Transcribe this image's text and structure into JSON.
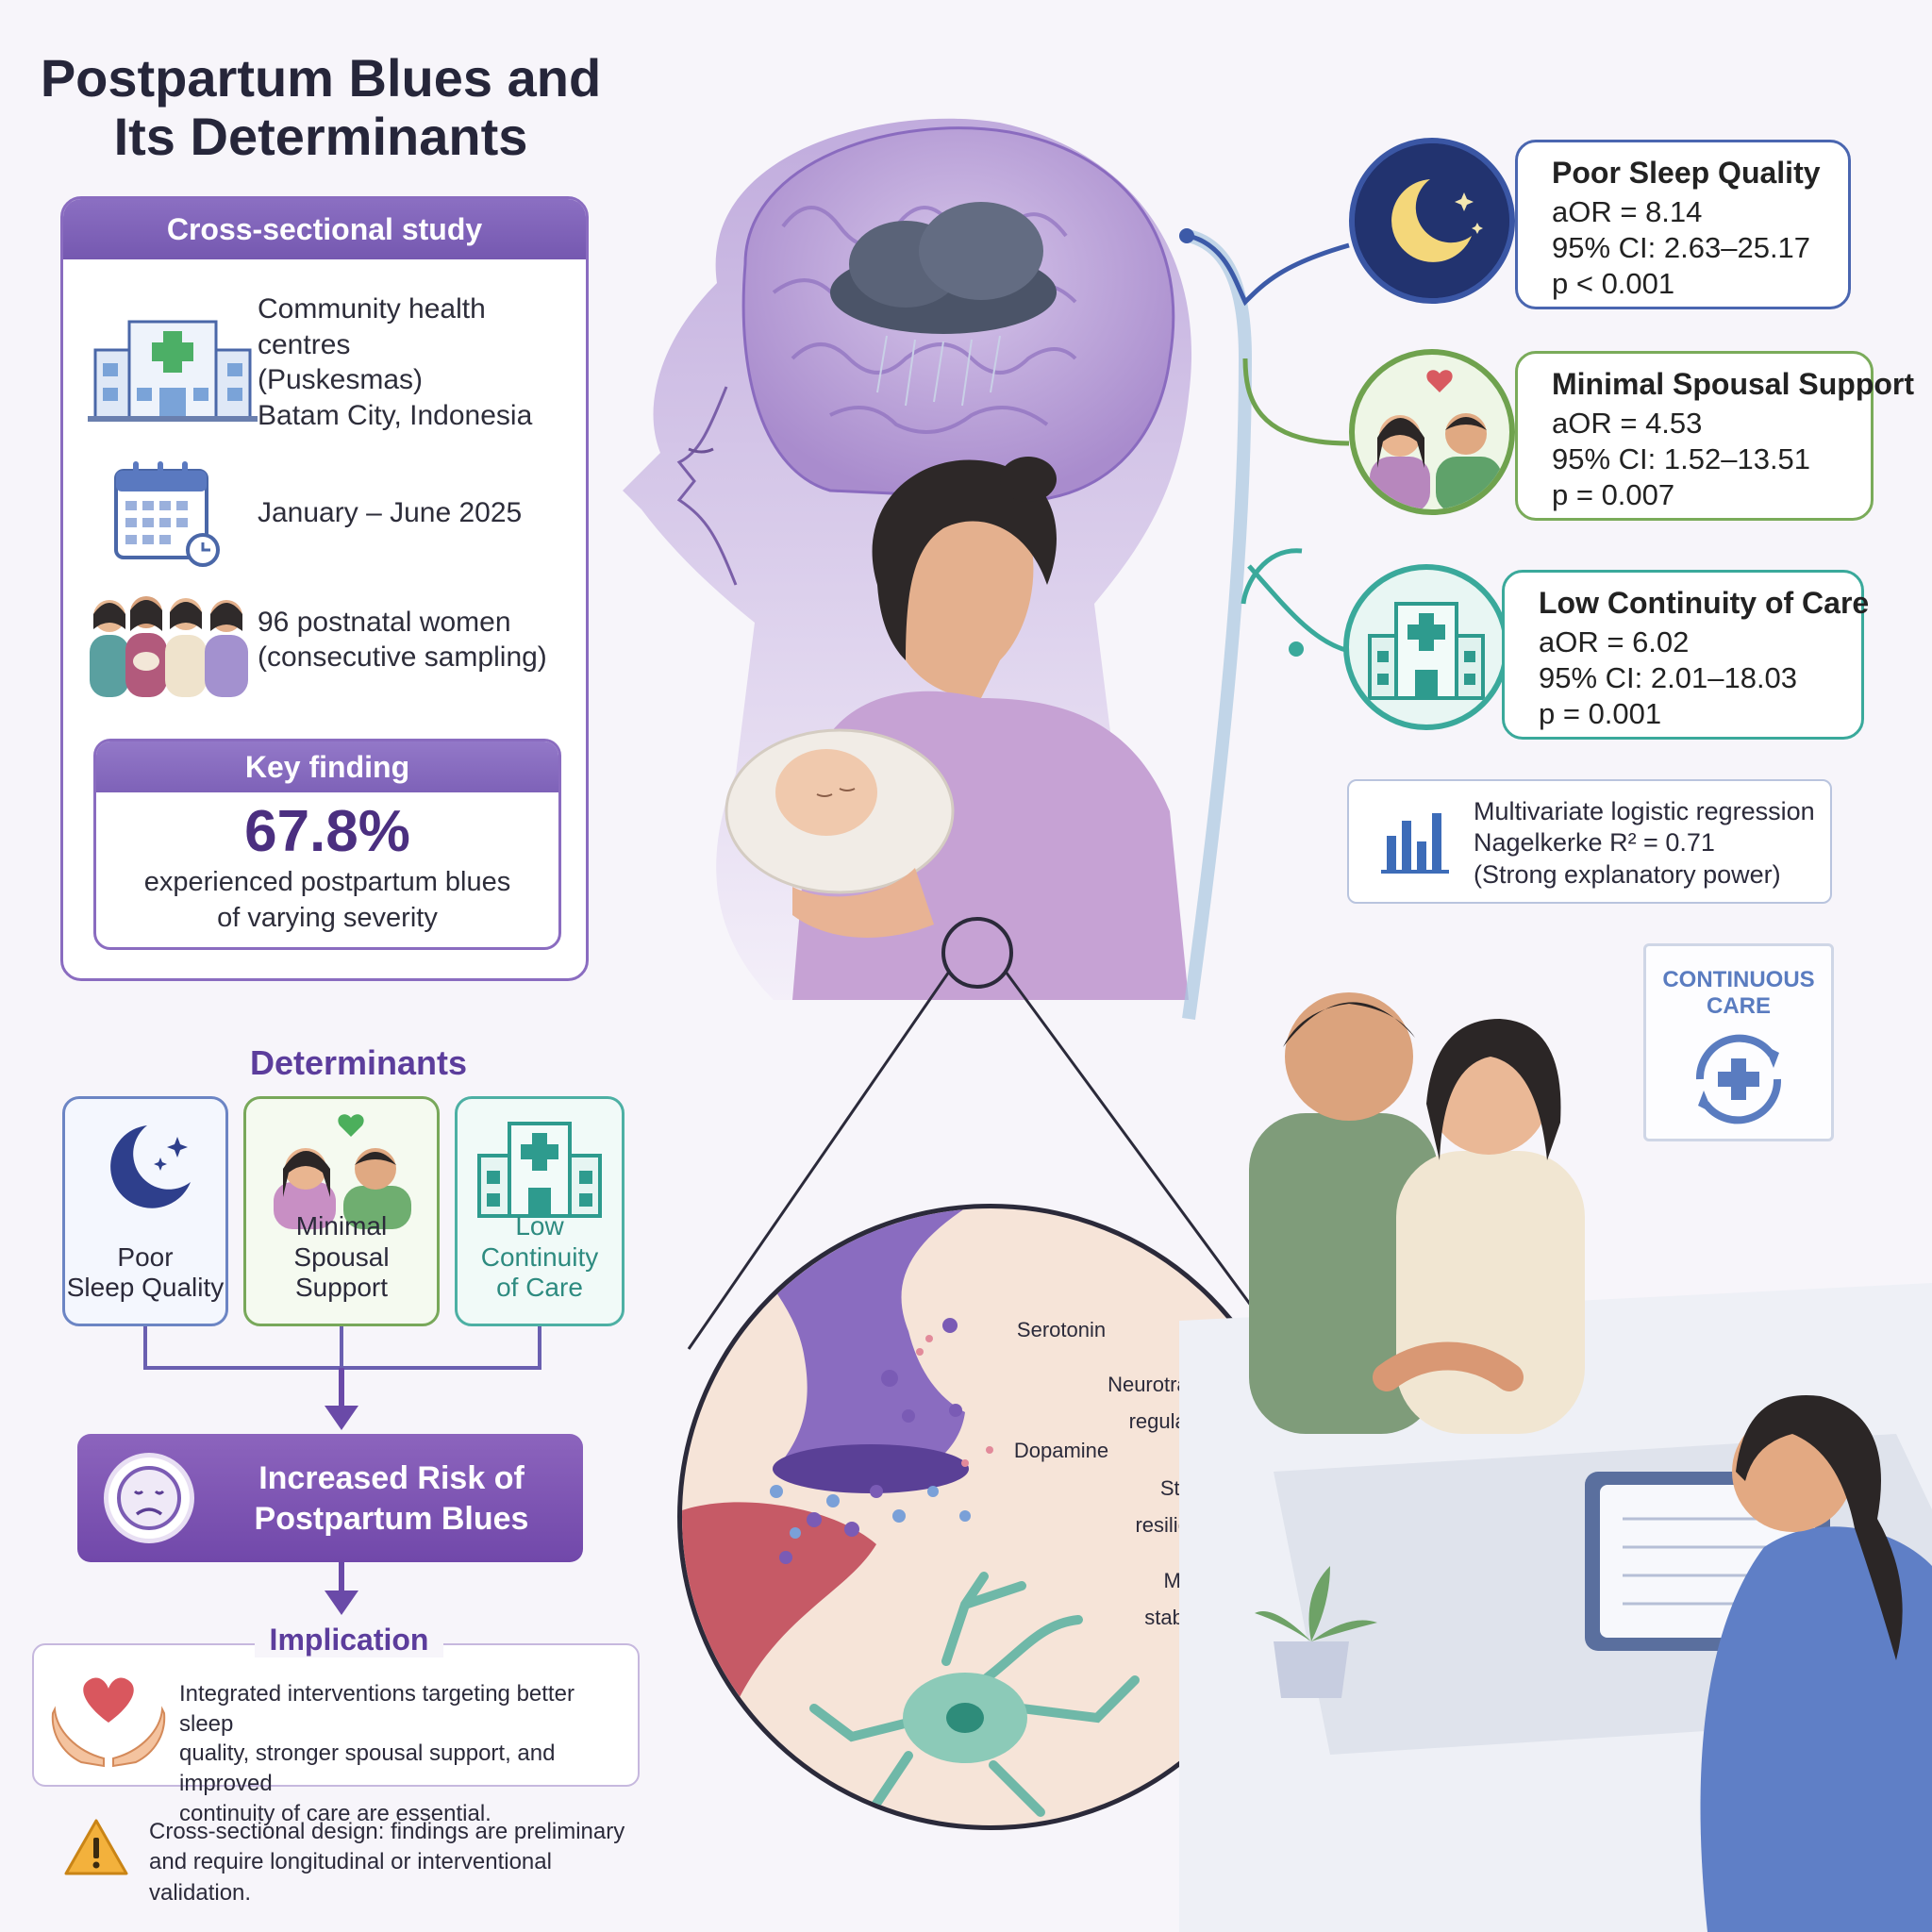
{
  "title": {
    "line1": "Postpartum Blues and",
    "line2": "Its Determinants"
  },
  "study": {
    "header": "Cross-sectional study",
    "location": {
      "line1": "Community health centres",
      "line2": "(Puskesmas)",
      "line3": "Batam City, Indonesia"
    },
    "period": "January – June 2025",
    "sample": {
      "line1": "96 postnatal women",
      "line2": "(consecutive sampling)"
    },
    "key_finding": {
      "header": "Key finding",
      "value": "67.8%",
      "line1": "experienced postpartum blues",
      "line2": "of varying severity"
    }
  },
  "determinants": {
    "header": "Determinants",
    "items": [
      {
        "line1": "Poor",
        "line2": "Sleep Quality"
      },
      {
        "line1": "Minimal",
        "line2": "Spousal Support"
      },
      {
        "line1": "Low",
        "line2": "Continuity",
        "line3": "of Care"
      }
    ]
  },
  "risk": {
    "line1": "Increased Risk of",
    "line2": "Postpartum Blues"
  },
  "implication": {
    "header": "Implication",
    "line1": "Integrated interventions targeting better sleep",
    "line2": "quality, stronger spousal support, and improved",
    "line3": "continuity of care are essential."
  },
  "warning": {
    "line1": "Cross-sectional design: findings are preliminary",
    "line2": "and require longitudinal or interventional validation."
  },
  "stats": [
    {
      "title": "Poor Sleep Quality",
      "aor": "aOR = 8.14",
      "ci": "95% CI: 2.63–25.17",
      "p": "p < 0.001"
    },
    {
      "title": "Minimal Spousal Support",
      "aor": "aOR = 4.53",
      "ci": "95% CI: 1.52–13.51",
      "p": "p = 0.007"
    },
    {
      "title": "Low Continuity of Care",
      "aor": "aOR = 6.02",
      "ci": "95% CI: 2.01–18.03",
      "p": "p = 0.001"
    }
  ],
  "regression": {
    "line1": "Multivariate logistic regression",
    "line2": "Nagelkerke R² = 0.71",
    "line3": "(Strong explanatory power)"
  },
  "neuro": {
    "serotonin": "Serotonin",
    "dopamine": "Dopamine",
    "nt_line1": "Neurotransmitter",
    "nt_line2": "regulation",
    "stress_line1": "Stress",
    "stress_line2": "resilience",
    "mood_line1": "Mood",
    "mood_line2": "stability",
    "arrow": "↓"
  },
  "sign": {
    "line1": "CONTINUOUS",
    "line2": "CARE"
  },
  "colors": {
    "purple": "#7a5bb5",
    "blue": "#3d5aa8",
    "green": "#6fa24e",
    "teal": "#3aa99b"
  }
}
